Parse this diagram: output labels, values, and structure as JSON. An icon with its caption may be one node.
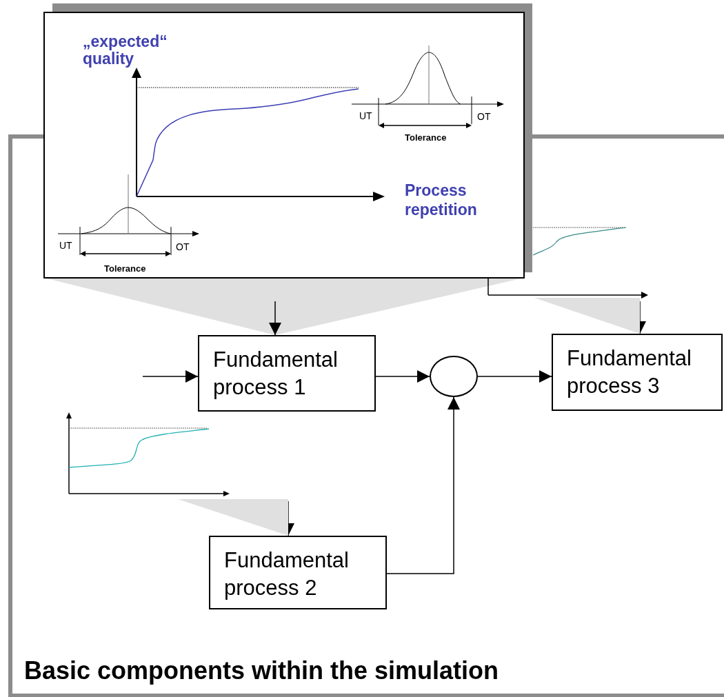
{
  "diagram": {
    "title": "Basic components within the simulation",
    "nodes": [
      {
        "text": [
          "Fundamental process 1"
        ]
      },
      {
        "text": [],
        "shape": "circle"
      },
      {
        "text": [
          "Fundamental process 3"
        ]
      },
      {
        "text": [
          "Fundamental process 2"
        ]
      },
      {
        "text": [],
        "shape": "picture"
      },
      {
        "text": [],
        "shape": "picture"
      }
    ],
    "edges": [
      {
        "from": null,
        "to": 0,
        "arrow": "to"
      },
      {
        "from": null,
        "to": 0,
        "arrow": "to"
      },
      {
        "from": 0,
        "to": 1,
        "arrow": "to"
      },
      {
        "from": 1,
        "to": 2,
        "arrow": "to"
      },
      {
        "from": 4,
        "to": 2,
        "arrow": "to"
      },
      {
        "from": 5,
        "to": 3,
        "arrow": "to"
      },
      {
        "from": 3,
        "to": 1,
        "arrow": "to"
      }
    ],
    "labels": [
      "„expected“ quality",
      "UT",
      "OT",
      "Tolerance",
      "Process repetition",
      "UT",
      "OT",
      "Tolerance"
    ]
  }
}
